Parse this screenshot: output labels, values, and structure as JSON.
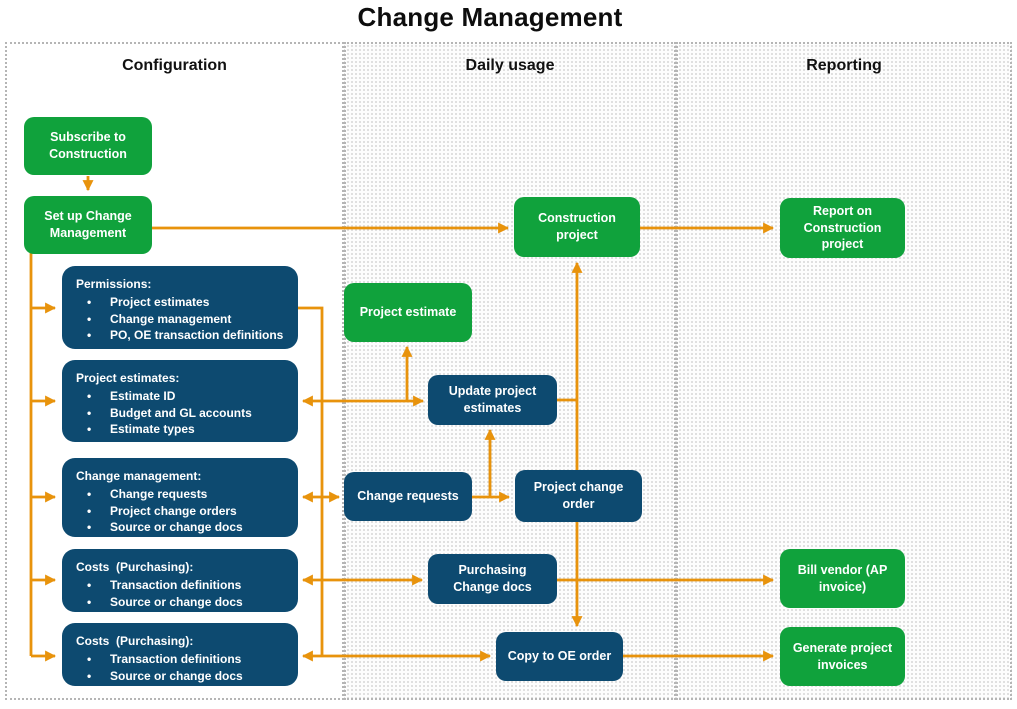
{
  "title": "Change Management",
  "columns": {
    "configuration": "Configuration",
    "daily_usage": "Daily usage",
    "reporting": "Reporting"
  },
  "nodes": {
    "subscribe": {
      "label": "Subscribe to Construction",
      "type": "green"
    },
    "setup": {
      "label": "Set up Change Management",
      "type": "green"
    },
    "permissions": {
      "heading": "Permissions:",
      "bullets": [
        "Project estimates",
        "Change management",
        "PO, OE transaction definitions"
      ],
      "type": "blue-list"
    },
    "project_estimates": {
      "heading": "Project estimates:",
      "bullets": [
        "Estimate ID",
        "Budget and GL accounts",
        "Estimate types"
      ],
      "type": "blue-list"
    },
    "change_management": {
      "heading": "Change management:",
      "bullets": [
        "Change requests",
        "Project change orders",
        "Source or change docs"
      ],
      "type": "blue-list"
    },
    "costs_purchasing_1": {
      "heading": "Costs  (Purchasing):",
      "bullets": [
        "Transaction definitions",
        "Source or change docs"
      ],
      "type": "blue-list"
    },
    "costs_purchasing_2": {
      "heading": "Costs  (Purchasing):",
      "bullets": [
        "Transaction definitions",
        "Source or change docs"
      ],
      "type": "blue-list"
    },
    "construction_project": {
      "label": "Construction project",
      "type": "green"
    },
    "project_estimate": {
      "label": "Project estimate",
      "type": "green"
    },
    "update_project_estimates": {
      "label": "Update project estimates",
      "type": "blue"
    },
    "change_requests": {
      "label": "Change requests",
      "type": "blue"
    },
    "project_change_order": {
      "label": "Project change order",
      "type": "blue"
    },
    "purchasing_change_docs": {
      "label": "Purchasing Change docs",
      "type": "blue"
    },
    "copy_to_oe_order": {
      "label": "Copy to OE order",
      "type": "blue"
    },
    "report_on_construction_project": {
      "label": "Report on Construction project",
      "type": "green"
    },
    "bill_vendor_ap_invoice": {
      "label": "Bill vendor (AP invoice)",
      "type": "green"
    },
    "generate_project_invoices": {
      "label": "Generate project invoices",
      "type": "green"
    }
  },
  "colors": {
    "node_green": "#10A23C",
    "node_blue": "#0D4A70",
    "arrow_orange": "#E8930C",
    "column_border": "#B5B5B5",
    "text_on_node": "#FFFFFF",
    "title_text": "#0D0D0D"
  }
}
